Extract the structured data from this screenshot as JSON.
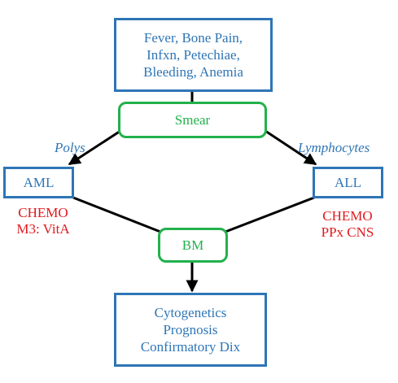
{
  "nodes": {
    "symptoms": "Fever, Bone Pain,\nInfxn, Petechiae,\nBleeding, Anemia",
    "smear": "Smear",
    "aml": "AML",
    "all": "ALL",
    "bm": "BM",
    "outcomes": "Cytogenetics\nPrognosis\nConfirmatory Dix"
  },
  "edge_labels": {
    "polys": "Polys",
    "lymphocytes": "Lymphocytes"
  },
  "notes": {
    "aml_treatment": "CHEMO\nM3: VitA",
    "all_treatment": "CHEMO\nPPx CNS"
  },
  "colors": {
    "box_blue": "#2e75b6",
    "box_green": "#22b14c",
    "note_red": "#e0191f",
    "arrow": "#000000"
  }
}
